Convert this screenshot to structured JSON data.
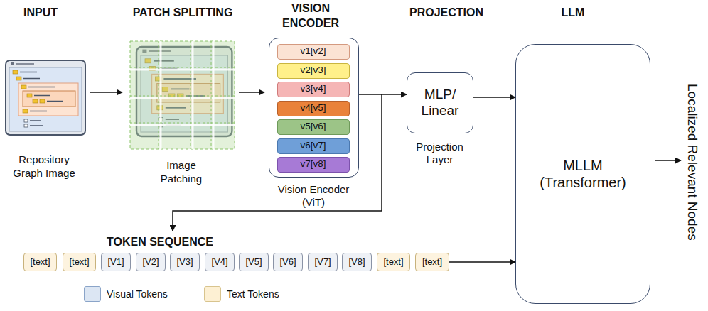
{
  "diagram": {
    "nodes": [
      {
        "text": [
          "Vision Encoder (ViT)"
        ]
      },
      {
        "text": [
          "v1[v2]"
        ],
        "in": 0
      },
      {
        "text": [
          "v2[v3]"
        ],
        "in": 0
      },
      {
        "text": [
          "v3[v4]"
        ],
        "in": 0
      },
      {
        "text": [
          "v4[v5]"
        ],
        "in": 0
      },
      {
        "text": [
          "v5[v6]"
        ],
        "in": 0
      },
      {
        "text": [
          "v6[v7]"
        ],
        "in": 0
      },
      {
        "text": [
          "v7[v8]"
        ],
        "in": 0
      },
      {
        "text": [
          "MLP/ Linear",
          "Projection Layer"
        ]
      },
      {
        "text": [
          "MLLM (Transformer)"
        ]
      },
      {
        "text": [
          "[text]"
        ]
      },
      {
        "text": [
          "[text]"
        ]
      },
      {
        "text": [
          "[V1]"
        ]
      },
      {
        "text": [
          "[V2]"
        ]
      },
      {
        "text": [
          "[V3]"
        ]
      },
      {
        "text": [
          "[V4]"
        ]
      },
      {
        "text": [
          "[V5]"
        ]
      },
      {
        "text": [
          "[V6]"
        ]
      },
      {
        "text": [
          "[V7]"
        ]
      },
      {
        "text": [
          "[V8]"
        ]
      },
      {
        "text": [
          "[text]"
        ]
      },
      {
        "text": [
          "[text]"
        ]
      }
    ],
    "edges": [
      {
        "from": 0,
        "to": 8,
        "arrow": "to"
      },
      {
        "from": 8,
        "to": 9,
        "arrow": "to"
      },
      {
        "from": 21,
        "to": 9,
        "arrow": "to"
      }
    ],
    "labels": [
      "INPUT",
      "PATCH SPLITTING",
      "VISION ENCODER",
      "PROJECTION",
      "LLM",
      "Repository Graph Image",
      "Image Patching",
      "TOKEN SEQUENCE",
      "Localized Relevant Nodes"
    ],
    "legend": [
      {
        "text": "Visual Tokens",
        "color": "#dce6f3"
      },
      {
        "text": "Text Tokens",
        "color": "#fdf0d3"
      }
    ]
  }
}
